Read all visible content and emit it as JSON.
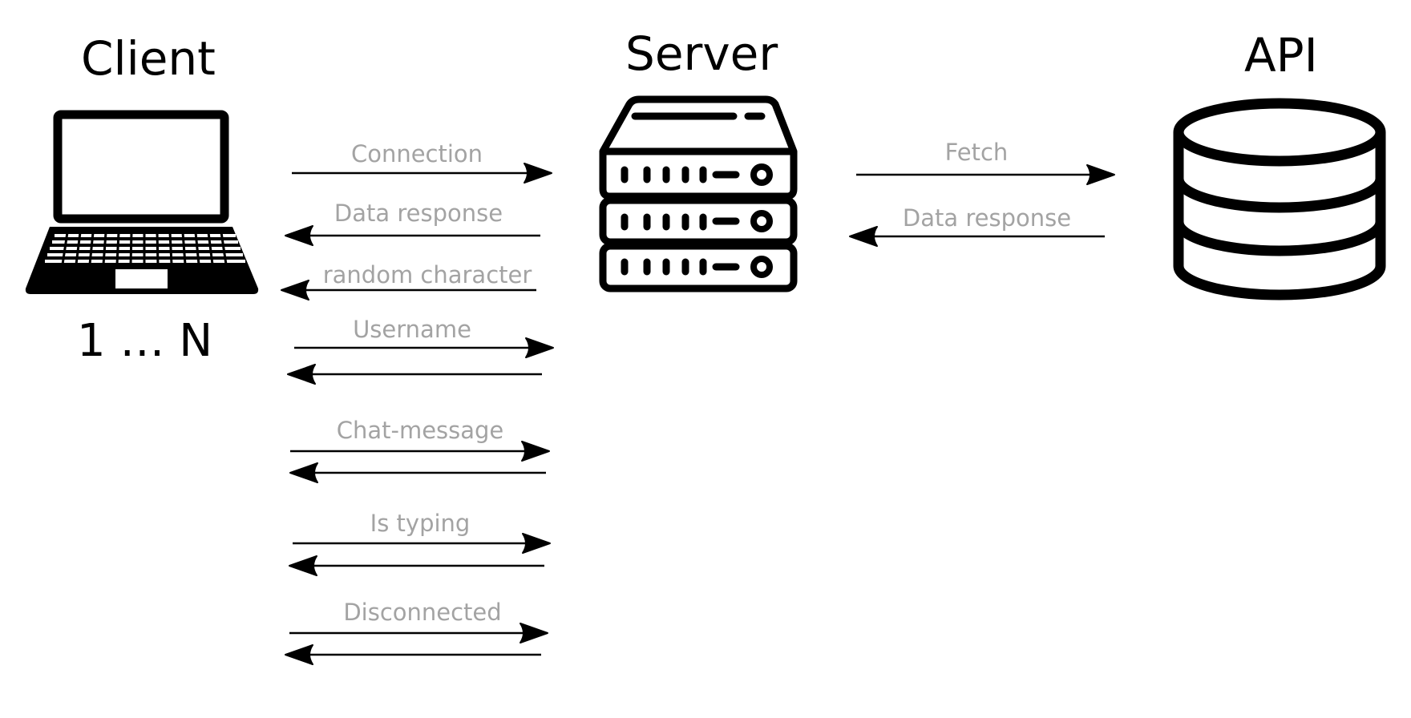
{
  "nodes": {
    "client": {
      "title": "Client",
      "caption": "1 … N",
      "icon": "laptop-icon"
    },
    "server": {
      "title": "Server",
      "icon": "server-rack-icon"
    },
    "api": {
      "title": "API",
      "icon": "database-icon"
    }
  },
  "client_server_messages": [
    {
      "label": "Connection",
      "direction": "to-server"
    },
    {
      "label": "Data response",
      "direction": "to-client"
    },
    {
      "label": "random character",
      "direction": "to-client"
    },
    {
      "label": "Username",
      "direction": "to-server"
    },
    {
      "label": "",
      "direction": "to-client"
    },
    {
      "label": "Chat-message",
      "direction": "to-server"
    },
    {
      "label": "",
      "direction": "to-client"
    },
    {
      "label": "Is typing",
      "direction": "to-server"
    },
    {
      "label": "",
      "direction": "to-client"
    },
    {
      "label": "Disconnected",
      "direction": "to-server"
    },
    {
      "label": "",
      "direction": "to-client"
    }
  ],
  "server_api_messages": [
    {
      "label": "Fetch",
      "direction": "to-api"
    },
    {
      "label": "Data response",
      "direction": "to-server"
    }
  ],
  "colors": {
    "label": "#a3a3a3",
    "line": "#000000"
  }
}
